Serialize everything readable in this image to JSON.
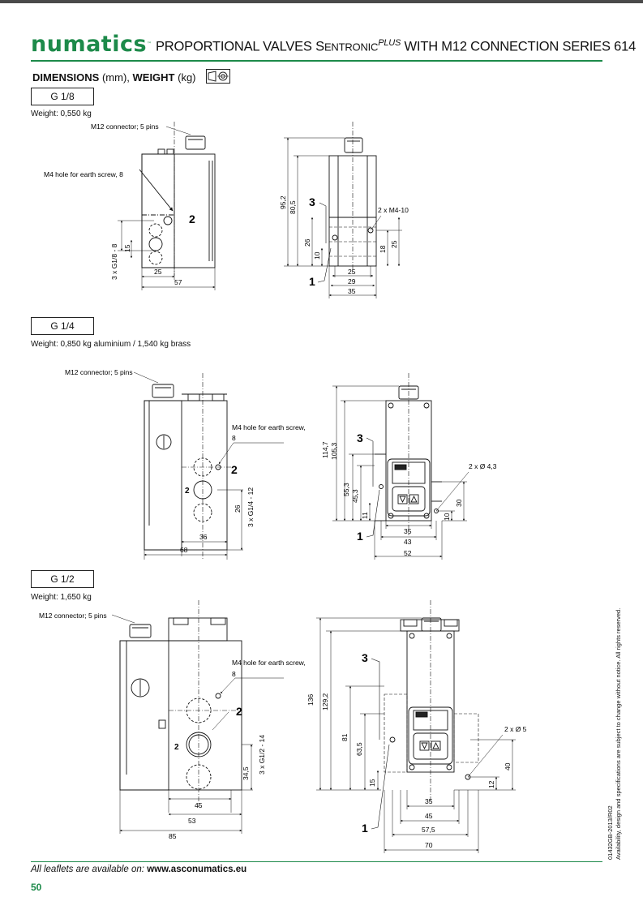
{
  "brand": {
    "logo": "numatics",
    "tm": "™",
    "color": "#1d8a4a"
  },
  "header": {
    "title_part1": "PROPORTIONAL VALVES S",
    "title_part2": "ENTRONIC",
    "title_plus": "PLUS",
    "title_part3": " WITH M12 CONNECTION  SERIES 614"
  },
  "dimensions_heading": {
    "bold1": "DIMENSIONS",
    "unit1": " (mm), ",
    "bold2": "WEIGHT",
    "unit2": " (kg)"
  },
  "sections": [
    {
      "size": "G 1/8",
      "weight": "Weight: 0,550 kg",
      "m12": "M12 connector; 5 pins",
      "earth": "M4 hole for earth screw, ",
      "earth_depth": "8",
      "dims": {
        "port_label": "3 x G1/8 - ",
        "port_depth": "8",
        "d15": "15",
        "d25": "25",
        "d57": "57",
        "h952": "95,2",
        "h805": "80,5",
        "d26": "26",
        "d10": "10",
        "d18": "18",
        "d25r": "25",
        "w25": "25",
        "w29": "29",
        "w35": "35",
        "mhole": "2 x M4-",
        "mhole_depth": "10",
        "label2": "2",
        "label3": "3",
        "label1": "1"
      }
    },
    {
      "size": "G 1/4",
      "weight": "Weight: 0,850 kg aluminium / 1,540 kg brass",
      "m12": "M12 connector; 5 pins",
      "earth": "M4 hole for earth screw,",
      "earth_depth": "8",
      "dims": {
        "port_label": "3 x G1/4 - ",
        "port_depth": "12",
        "d26": "26",
        "d36": "36",
        "d68": "68",
        "h1147": "114,7",
        "h1053": "105,3",
        "h553": "55,3",
        "h453": "45,3",
        "d11": "11",
        "d10": "10",
        "d30": "30",
        "w35": "35",
        "w43": "43",
        "w52": "52",
        "hole": "2 x Ø 4,3",
        "label2": "2",
        "label3": "3",
        "label1": "1"
      }
    },
    {
      "size": "G 1/2",
      "weight": "Weight: 1,650 kg",
      "m12": "M12 connector; 5 pins",
      "earth": "M4 hole for earth screw,",
      "earth_depth": "8",
      "dims": {
        "port_label": "3 x G1/2 - ",
        "port_depth": "14",
        "d345": "34,5",
        "d45": "45",
        "d53": "53",
        "d85": "85",
        "h136": "136",
        "h1292": "129,2",
        "h81": "81",
        "h635": "63,5",
        "d15": "15",
        "d12": "12",
        "d40": "40",
        "w35": "35",
        "w45": "45",
        "w575": "57,5",
        "w70": "70",
        "hole": "2 x Ø 5",
        "label2": "2",
        "label3": "3",
        "label1": "1"
      }
    }
  ],
  "footer": {
    "text": "All leaflets are available on: ",
    "url": "www.asconumatics.eu",
    "page": "50"
  },
  "side_note": {
    "line1": "01432GB-2013/R02",
    "line2": "Availability, design and specifications are subject to change without notice. All rights reserved."
  }
}
